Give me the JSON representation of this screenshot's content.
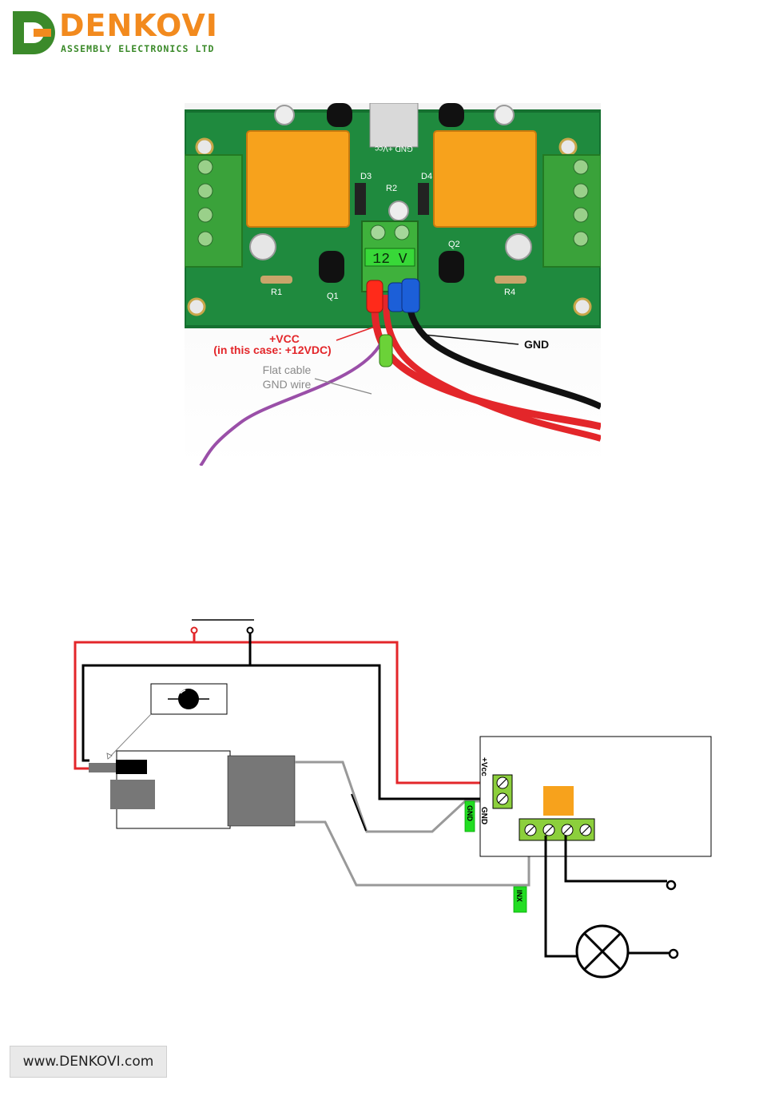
{
  "header": {
    "brand_name": "DENKOVI",
    "brand_tagline": "ASSEMBLY ELECTRONICS LTD"
  },
  "photo": {
    "board_terminal_label": "12 V",
    "terminal_marking": "GND +Vcc",
    "vcc_label": "+VCC",
    "vcc_note": "(in this case: +12VDC)",
    "gnd_label": "GND",
    "flat_cable_line1": "Flat cable",
    "flat_cable_line2": "GND wire",
    "component_labels": [
      "D3",
      "D4",
      "R2",
      "Q1",
      "Q2",
      "R1",
      "R4"
    ]
  },
  "diagram": {
    "vcc_pin": "+Vcc",
    "gnd_pin": "GND",
    "gnd_tag": "GND",
    "inx_tag": "INX"
  },
  "footer": {
    "website": "www.DENKOVI.com"
  },
  "colors": {
    "brand_orange": "#f28a1e",
    "brand_green": "#3b8a2a",
    "pcb_green": "#1f8a3e",
    "relay_orange": "#f7a21c",
    "wire_red": "#e3262a",
    "terminal_green": "#8ccf3c",
    "tag_green": "#22dd22"
  }
}
